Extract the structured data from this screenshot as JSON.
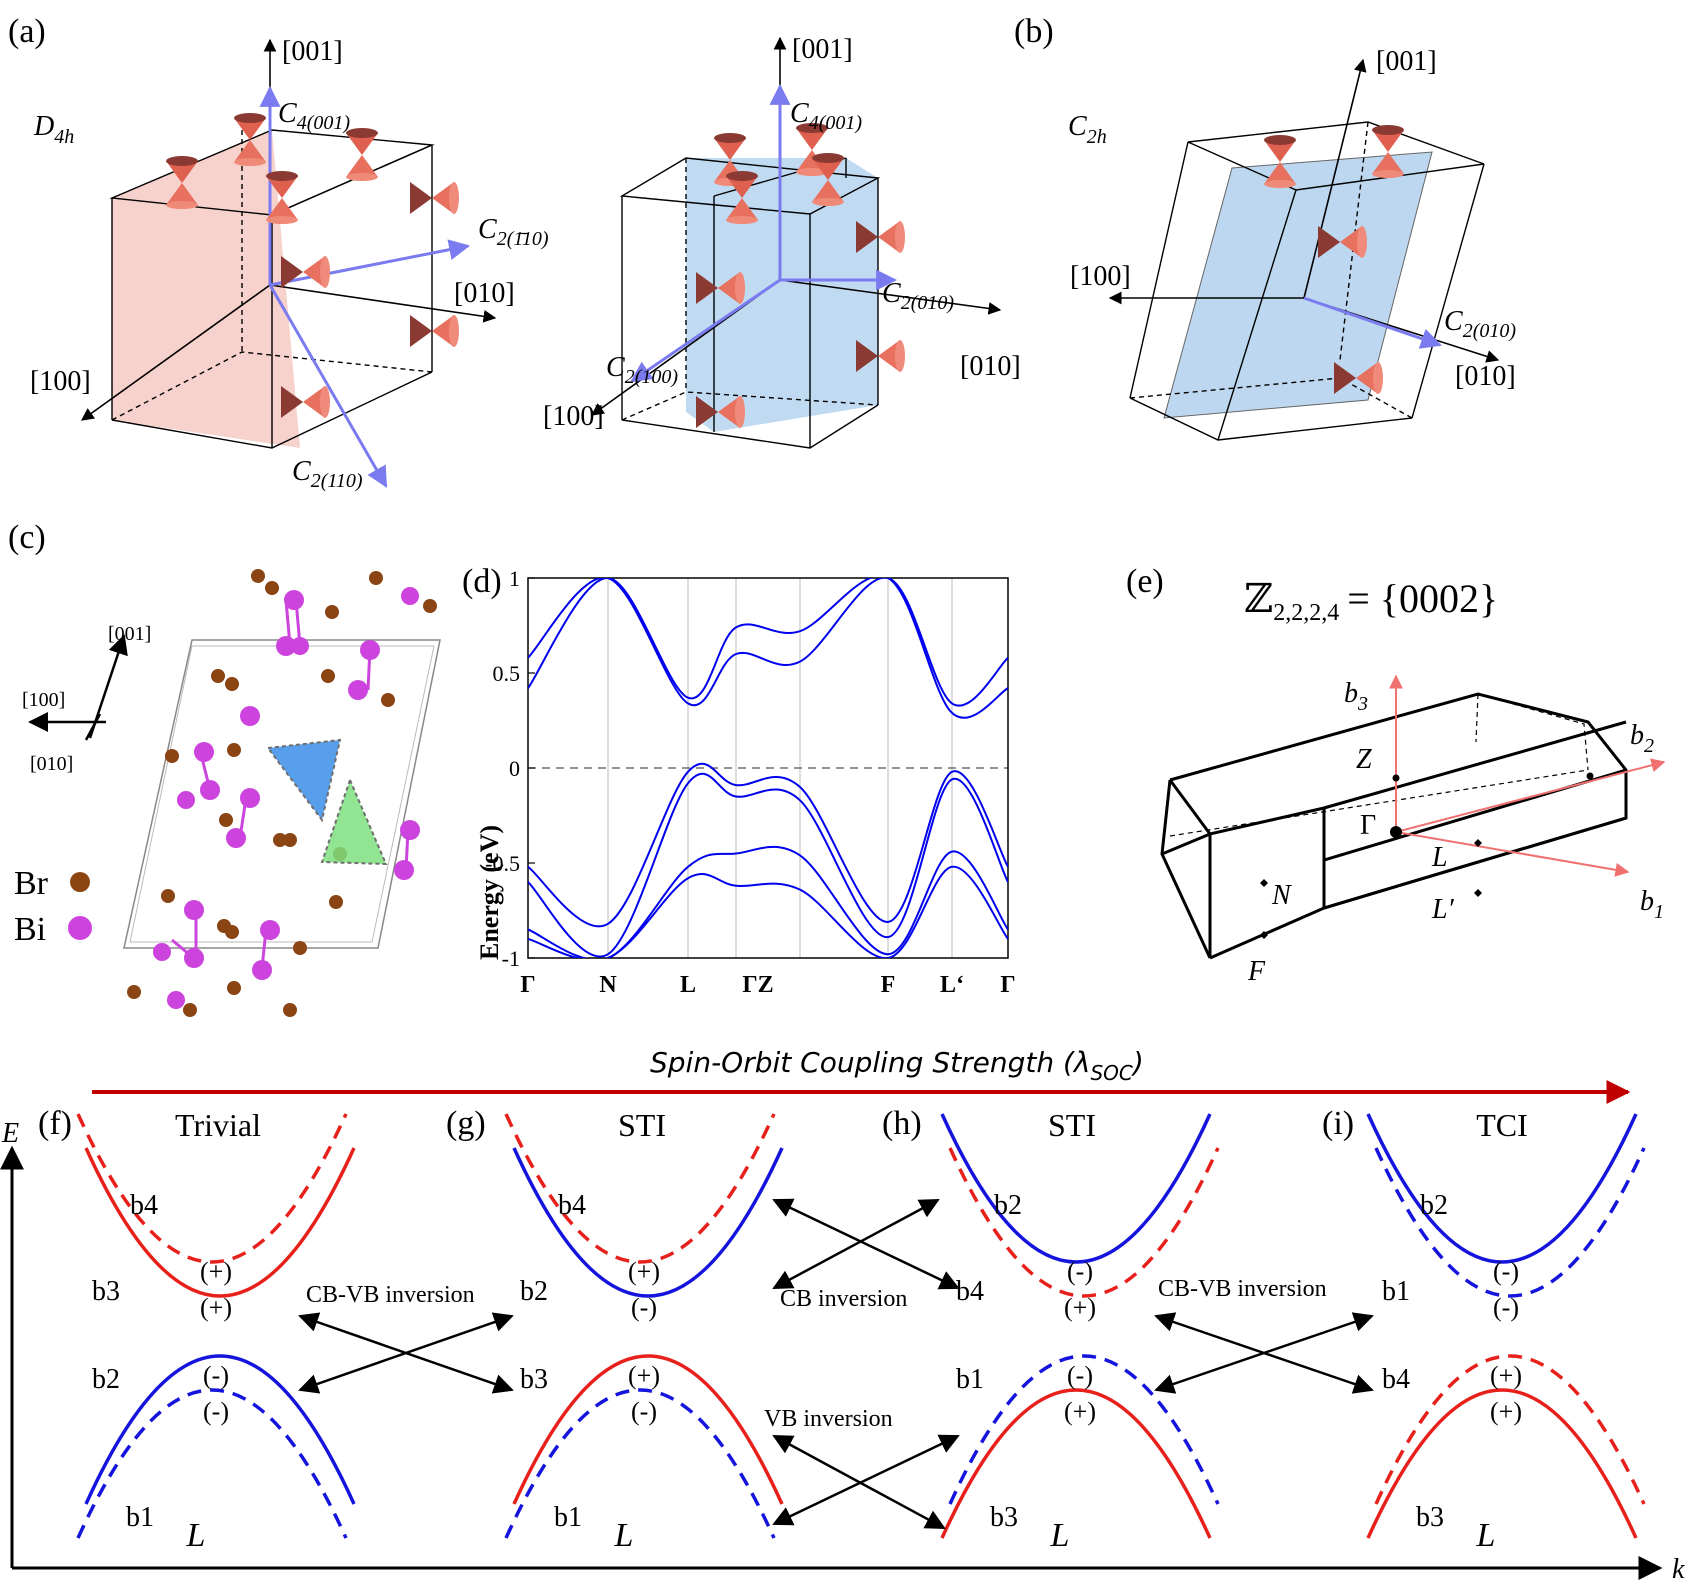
{
  "panels": {
    "a": "(a)",
    "b": "(b)",
    "c": "(c)",
    "d": "(d)",
    "e": "(e)",
    "f": "(f)",
    "g": "(g)",
    "h": "(h)",
    "i": "(i)"
  },
  "panel_a": {
    "group": "D",
    "group_sub": "4h",
    "axes_left": {
      "z": "[001]",
      "y": "[010]",
      "x": "[100]"
    },
    "ops_left": {
      "c4": "C",
      "c4_sub": "4(001)",
      "c2a": "C",
      "c2a_sub": "2(1̄10)",
      "c2b": "C",
      "c2b_sub": "2(110)"
    },
    "axes_right": {
      "z": "[001]",
      "y": "[010]",
      "x": "[100]"
    },
    "ops_right": {
      "c4": "C",
      "c4_sub": "4(001)",
      "c2a": "C",
      "c2a_sub": "2(010)",
      "c2b": "C",
      "c2b_sub": "2(100)"
    }
  },
  "panel_b": {
    "group": "C",
    "group_sub": "2h",
    "axes": {
      "z": "[001]",
      "y": "[010]",
      "x": "[100]"
    },
    "op": "C",
    "op_sub": "2(010)"
  },
  "panel_c": {
    "axes": {
      "z": "[001]",
      "x": "[100]",
      "y": "[010]"
    },
    "legend": [
      {
        "label": "Br",
        "color": "#8b4513"
      },
      {
        "label": "Bi",
        "color": "#cc44dd"
      }
    ]
  },
  "panel_d": {
    "chart_data": {
      "type": "line",
      "xlabel": "",
      "ylabel": "Energy (eV)",
      "ylim": [
        -1,
        1
      ],
      "yticks": [
        "1",
        "0.5",
        "0",
        "-0.5",
        "-1"
      ],
      "kpoints": [
        "Γ",
        "N",
        "L",
        "Γ",
        "Z",
        "F",
        "L'",
        "Γ"
      ],
      "kpoint_label_text": [
        "Γ",
        "N",
        "L",
        "ΓZ",
        "F",
        "L‘",
        "Γ"
      ],
      "bands_x": [
        0,
        1,
        2,
        2.6,
        3.4,
        4.5,
        5.3,
        6
      ],
      "series": [
        {
          "values": [
            -0.52,
            -0.82,
            -0.02,
            -0.09,
            -0.1,
            -0.81,
            -0.02,
            -0.52
          ]
        },
        {
          "values": [
            -0.6,
            -0.98,
            -0.08,
            -0.15,
            -0.17,
            -0.89,
            -0.06,
            -0.6
          ]
        },
        {
          "values": [
            -0.85,
            -1.0,
            -0.52,
            -0.45,
            -0.46,
            -0.98,
            -0.44,
            -0.85
          ]
        },
        {
          "values": [
            -0.9,
            -1.0,
            -0.58,
            -0.62,
            -0.64,
            -1.0,
            -0.52,
            -0.9
          ]
        },
        {
          "values": [
            0.42,
            1.0,
            0.37,
            0.74,
            0.72,
            1.0,
            0.29,
            0.42
          ]
        },
        {
          "values": [
            0.58,
            1.0,
            0.34,
            0.6,
            0.56,
            1.0,
            0.34,
            0.58
          ]
        }
      ],
      "fermi_level": 0,
      "line_color": "#0000ee"
    }
  },
  "panel_e": {
    "formula": "ℤ",
    "formula_sub": "2,2,2,4",
    "formula_rhs": "= {0002}",
    "points": {
      "gamma": "Γ",
      "z": "Z",
      "l": "L",
      "lp": "L′",
      "n": "N",
      "f": "F"
    },
    "vectors": {
      "b1": "b",
      "b1_sub": "1",
      "b2": "b",
      "b2_sub": "2",
      "b3": "b",
      "b3_sub": "3"
    }
  },
  "bottom": {
    "soc_label": "Spin-Orbit Coupling Strength (λ",
    "soc_sub": "SOC",
    "soc_close": ")",
    "axis_e": "E",
    "axis_k": "k",
    "arrows": {
      "fg": "CB-VB inversion",
      "gh_top": "CB inversion",
      "gh_bot": "VB inversion",
      "hi": "CB-VB inversion"
    },
    "panels": [
      {
        "title": "Trivial",
        "l": "L",
        "top_outer": "b4",
        "top_inner": "b3",
        "bot_inner": "b2",
        "bot_outer": "b1",
        "p1": "(+)",
        "p2": "(+)",
        "p3": "(-)",
        "p4": "(-)"
      },
      {
        "title": "STI",
        "l": "L",
        "top_outer": "b4",
        "top_inner": "b2",
        "bot_inner": "b3",
        "bot_outer": "b1",
        "p1": "(+)",
        "p2": "(-)",
        "p3": "(+)",
        "p4": "(-)"
      },
      {
        "title": "STI",
        "l": "L",
        "top_outer": "b2",
        "top_inner": "b4",
        "bot_inner": "b1",
        "bot_outer": "b3",
        "p1": "(-)",
        "p2": "(+)",
        "p3": "(-)",
        "p4": "(+)"
      },
      {
        "title": "TCI",
        "l": "L",
        "top_outer": "b2",
        "top_inner": "b1",
        "bot_inner": "b4",
        "bot_outer": "b3",
        "p1": "(-)",
        "p2": "(-)",
        "p3": "(+)",
        "p4": "(+)"
      }
    ]
  },
  "colors": {
    "red": "#e8201c",
    "blue": "#1414dd",
    "dark_red": "#c00000",
    "pink_plane": "#f6c9c2",
    "blue_plane": "#b5d3ee",
    "lavender": "#7b7bf0",
    "cone": "#e06050",
    "cone_dark": "#7a3530"
  }
}
